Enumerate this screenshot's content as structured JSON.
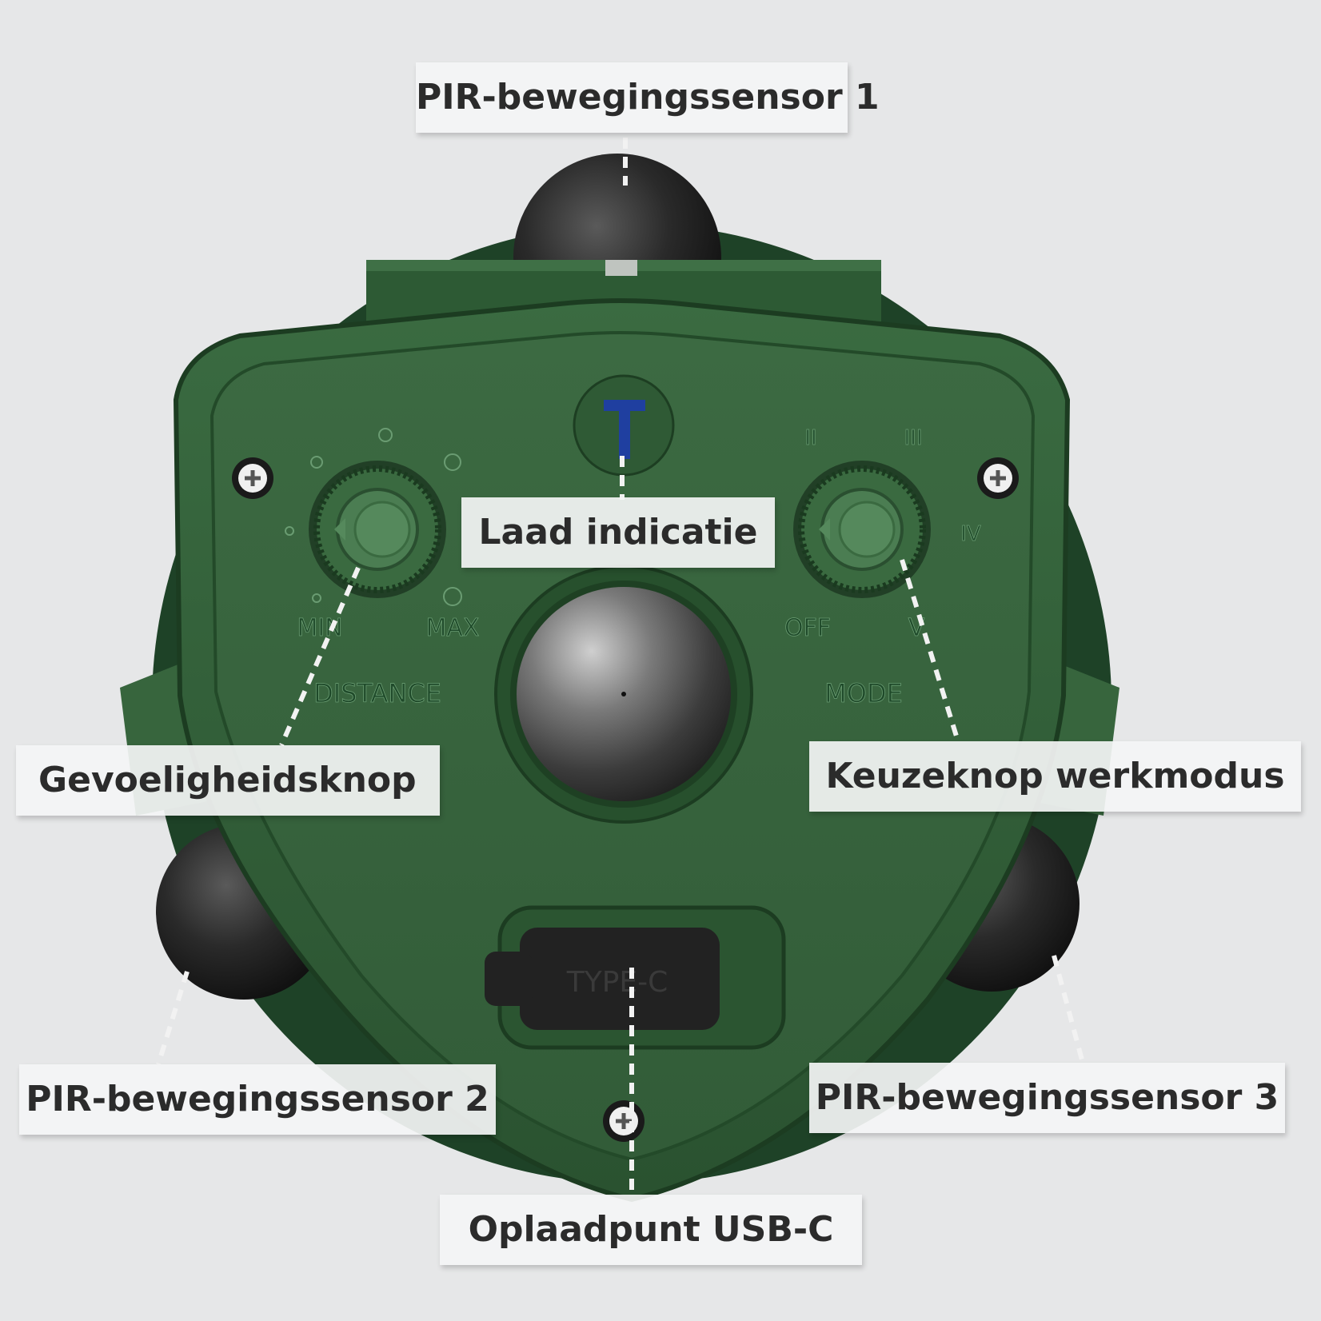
{
  "labels": {
    "pir_sensor_1": "PIR-bewegingssensor 1",
    "charge_indicator": "Laad indicatie",
    "sensitivity_knob": "Gevoeligheidsknop",
    "mode_knob": "Keuzeknop werkmodus",
    "pir_sensor_2": "PIR-bewegingssensor 2",
    "pir_sensor_3": "PIR-bewegingssensor 3",
    "usb_port": "Oplaadpunt USB-C"
  },
  "device_markings": {
    "distance_min": "MIN",
    "distance_max": "MAX",
    "distance_title": "DISTANCE",
    "mode_off": "OFF",
    "mode_ii": "II",
    "mode_iii": "III",
    "mode_iv": "IV",
    "mode_v": "V",
    "mode_title": "MODE",
    "port_text": "TYPE-C"
  },
  "colors": {
    "background": "#e6e7e8",
    "device_green": "#2f5a35",
    "indicator_blue": "#1f3fa0"
  }
}
